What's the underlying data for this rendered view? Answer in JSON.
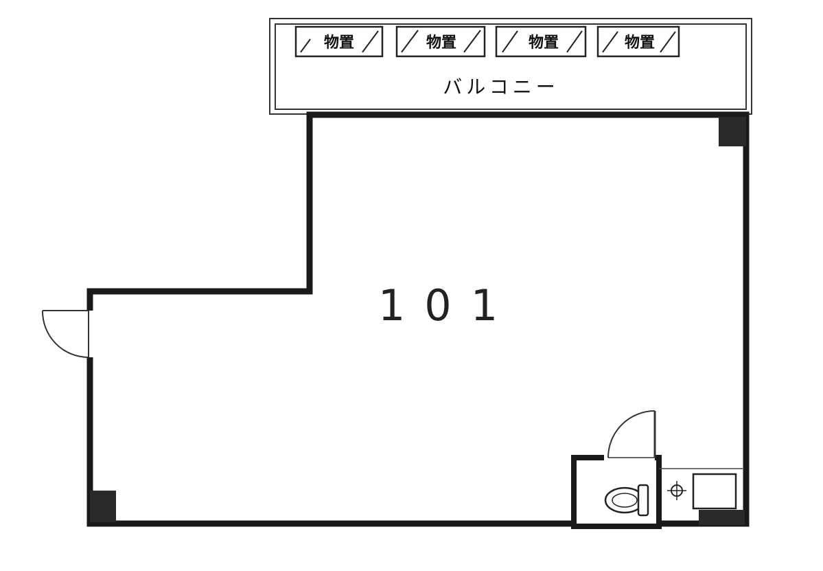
{
  "floorplan": {
    "balcony": {
      "label": "バルコニー",
      "storage_units": [
        {
          "label": "物置"
        },
        {
          "label": "物置"
        },
        {
          "label": "物置"
        },
        {
          "label": "物置"
        }
      ]
    },
    "room": {
      "number": "101"
    },
    "colors": {
      "wall": "#1a1a1a",
      "line": "#333333",
      "pillar": "#2a2a2a",
      "background": "#ffffff"
    }
  }
}
